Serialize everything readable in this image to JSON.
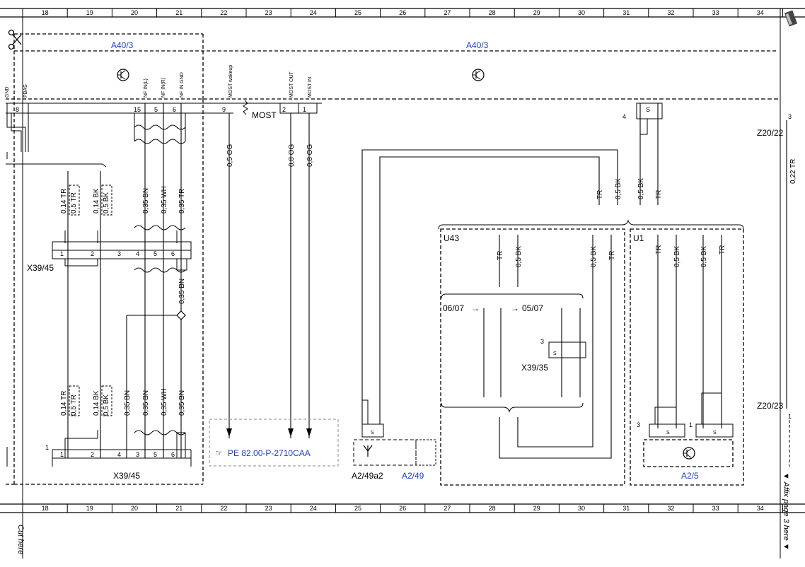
{
  "ruler": {
    "numbers": [
      "18",
      "19",
      "20",
      "21",
      "22",
      "23",
      "24",
      "25",
      "26",
      "27",
      "28",
      "29",
      "30",
      "31",
      "32",
      "33",
      "34"
    ]
  },
  "components": {
    "a40_3_left": "A40/3",
    "a40_3_right": "A40/3",
    "x39_45_top": "X39/45",
    "x39_45_bottom": "X39/45",
    "u43": "U43",
    "u1": "U1",
    "x39_35": "X39/35",
    "a2_49a2": "A2/49a2",
    "a2_49": "A2/49",
    "a2_5": "A2/5",
    "z20_22": "Z20/22",
    "z20_23": "Z20/23",
    "most": "MOST"
  },
  "pins": {
    "a40_top": [
      "8",
      "15",
      "5",
      "6",
      "9",
      "2",
      "1"
    ],
    "x39_45_top": [
      "1",
      "2",
      "3",
      "4",
      "5",
      "6"
    ],
    "x39_45_bottom": [
      "1",
      "2",
      "4",
      "3",
      "5",
      "6"
    ],
    "misc": [
      "4",
      "3",
      "3",
      "1",
      "3",
      "1",
      "3"
    ]
  },
  "pin_labels": {
    "nf_in_l": "NF IN(L)",
    "nf_in_r": "NF IN(R)",
    "nf_in_gnd": "NF IN GND",
    "most_wakeup": "MOST wakeup",
    "most_out": "MOST OUT",
    "most_in": "MOST IN",
    "gnd": "GND",
    "pbas": "PBAS"
  },
  "wires": {
    "w014tr": "0,14 TR",
    "w05tr": "0,5 TR",
    "w014bk": "0,14 BK",
    "w05bk": "0,5 BK",
    "w035bn": "0,35 BN",
    "w035wh": "0,35 WH",
    "w035tr": "0,35 TR",
    "w05og": "0,5 OG",
    "w08og": "0,8 OG",
    "tr": "TR",
    "w022tr": "0,22 TR"
  },
  "dates": {
    "d0607": "06/07",
    "d0507": "05/07"
  },
  "reference": {
    "text": "PE 82.00-P-2710CAA"
  },
  "shield": "S",
  "side": {
    "cut_here": "Cut here",
    "affix": "▼ Affix page 3 here ▼"
  }
}
